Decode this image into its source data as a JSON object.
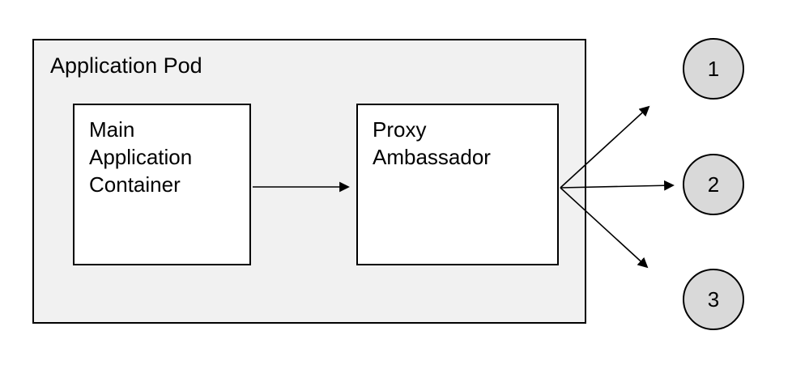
{
  "diagram": {
    "pod_label": "Application Pod",
    "nodes": [
      {
        "label": "Main Application Container"
      },
      {
        "label": "Proxy Ambassador"
      }
    ],
    "endpoints": [
      {
        "label": "1"
      },
      {
        "label": "2"
      },
      {
        "label": "3"
      }
    ],
    "colors": {
      "pod_background": "#f1f1f1",
      "node_background": "#ffffff",
      "endpoint_background": "#d9d9d9",
      "border": "#000000"
    }
  }
}
